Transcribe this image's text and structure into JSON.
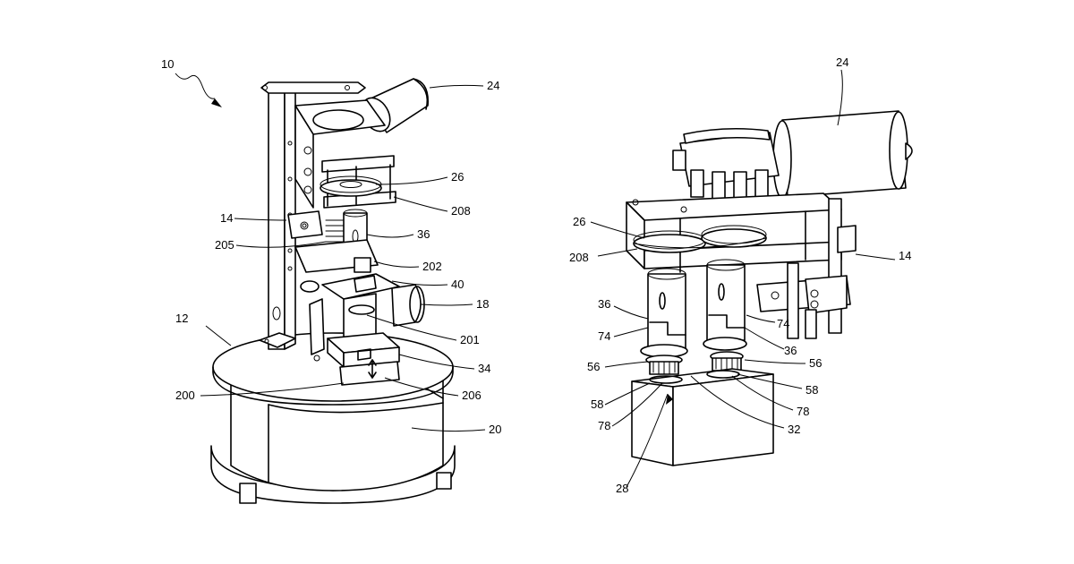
{
  "figure_left": {
    "labels": {
      "l10": "10",
      "l24": "24",
      "l26": "26",
      "l208": "208",
      "l14": "14",
      "l36": "36",
      "l205": "205",
      "l202": "202",
      "l40": "40",
      "l18": "18",
      "l12": "12",
      "l201": "201",
      "l34": "34",
      "l206": "206",
      "l200": "200",
      "l20": "20"
    }
  },
  "figure_right": {
    "labels": {
      "r24": "24",
      "r26": "26",
      "r208": "208",
      "r14": "14",
      "r36a": "36",
      "r74a": "74",
      "r74b": "74",
      "r36b": "36",
      "r56a": "56",
      "r56b": "56",
      "r58a": "58",
      "r58b": "58",
      "r78a": "78",
      "r78b": "78",
      "r32": "32",
      "r28": "28"
    }
  }
}
